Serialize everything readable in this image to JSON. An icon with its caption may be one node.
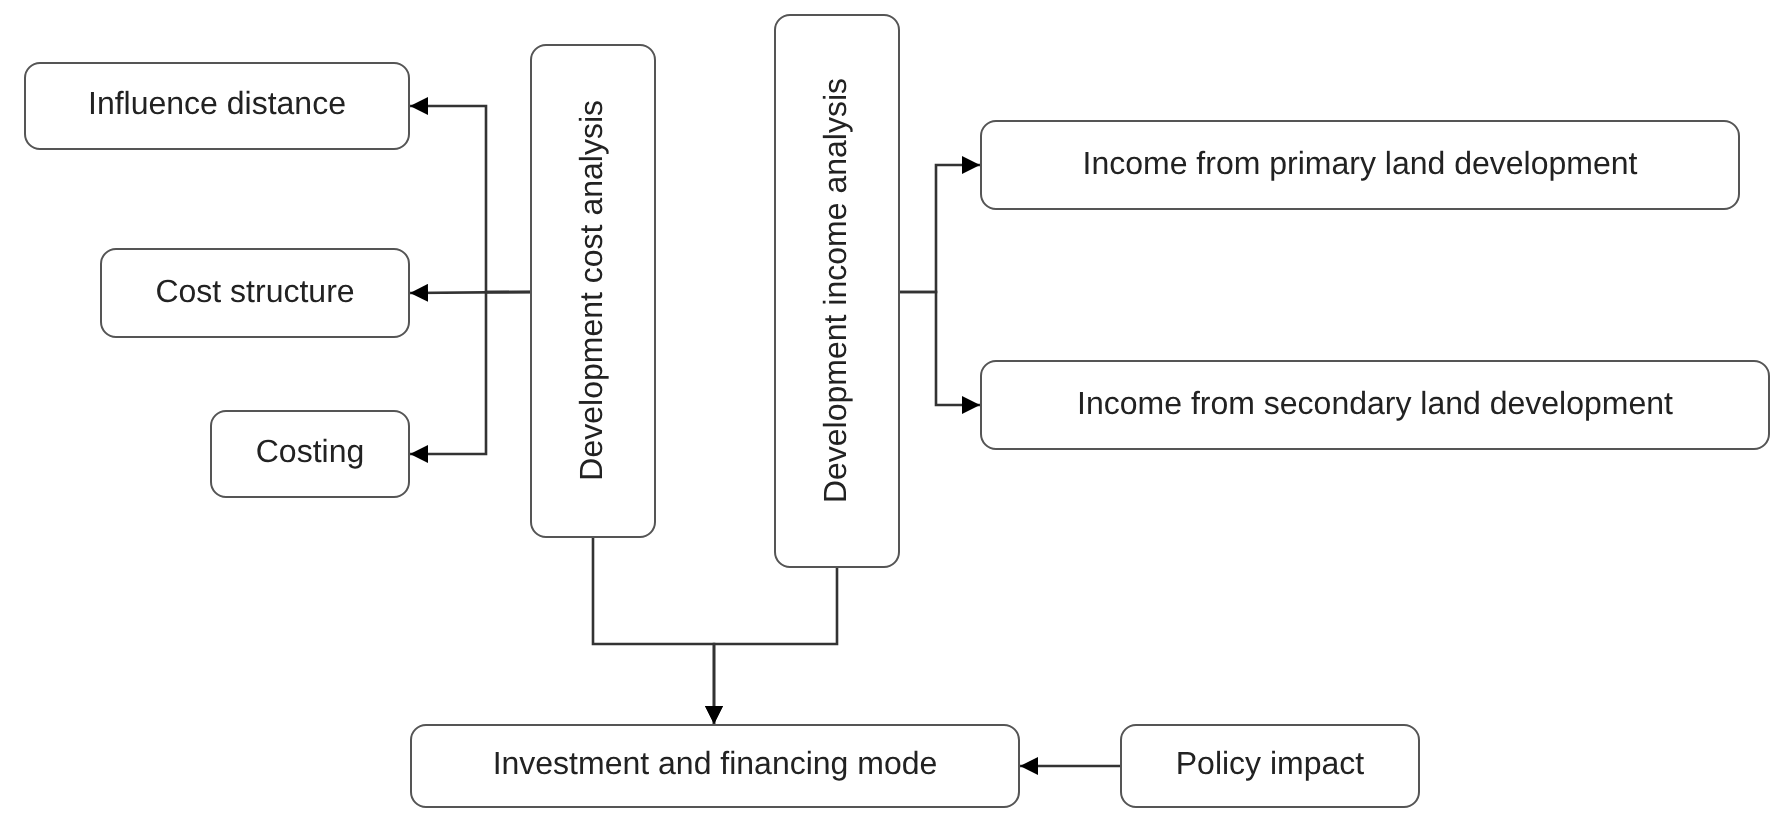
{
  "diagram": {
    "nodes": [
      {
        "text": [
          "Influence distance"
        ]
      },
      {
        "text": [
          "Cost structure"
        ]
      },
      {
        "text": [
          "Costing"
        ]
      },
      {
        "text": [
          "Development cost analysis"
        ]
      },
      {
        "text": [
          "Development income analysis"
        ]
      },
      {
        "text": [
          "Income from primary land development"
        ]
      },
      {
        "text": [
          "Income from secondary land development"
        ]
      },
      {
        "text": [
          "Investment and financing mode"
        ]
      },
      {
        "text": [
          "Policy impact"
        ]
      }
    ],
    "edges": [
      {
        "from": 3,
        "to": 0,
        "arrow": "to"
      },
      {
        "from": 3,
        "to": 1,
        "arrow": "to"
      },
      {
        "from": 3,
        "to": 2,
        "arrow": "to"
      },
      {
        "from": 4,
        "to": 5,
        "arrow": "to"
      },
      {
        "from": 4,
        "to": 6,
        "arrow": "to"
      },
      {
        "from": 3,
        "to": 7,
        "arrow": "to"
      },
      {
        "from": 4,
        "to": 7,
        "arrow": "to"
      },
      {
        "from": 8,
        "to": 7,
        "arrow": "to"
      }
    ]
  }
}
